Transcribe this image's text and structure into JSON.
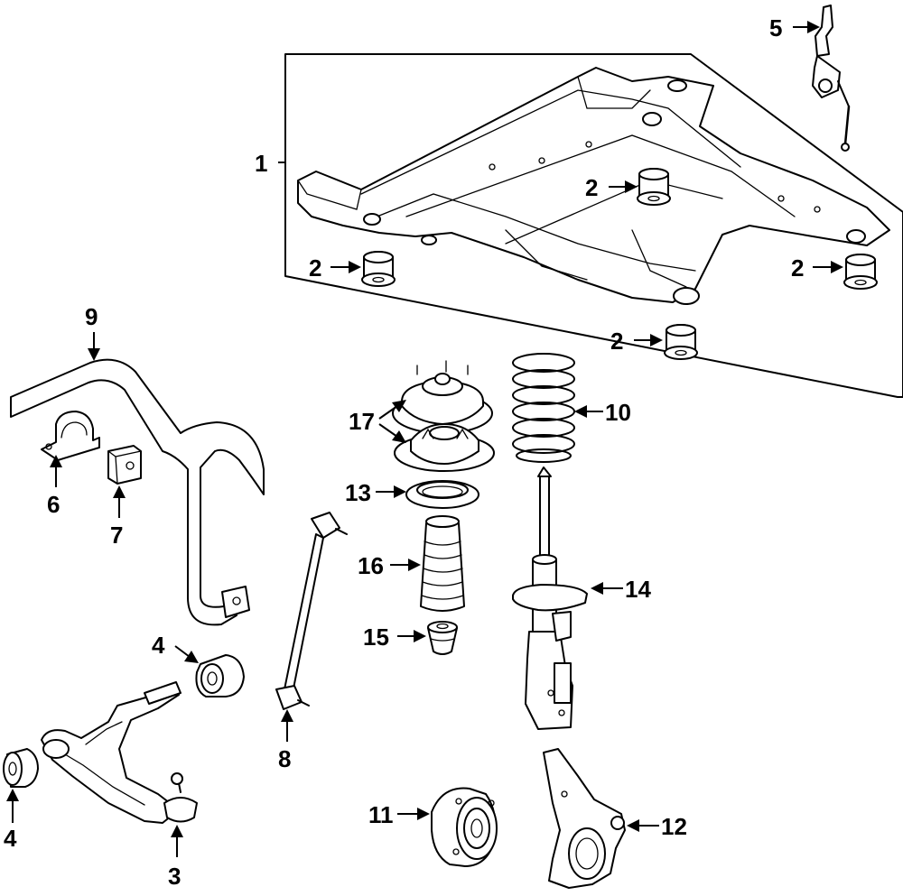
{
  "callouts": [
    {
      "id": "c1",
      "label": "1"
    },
    {
      "id": "c2a",
      "label": "2"
    },
    {
      "id": "c2b",
      "label": "2"
    },
    {
      "id": "c2c",
      "label": "2"
    },
    {
      "id": "c2d",
      "label": "2"
    },
    {
      "id": "c3",
      "label": "3"
    },
    {
      "id": "c4a",
      "label": "4"
    },
    {
      "id": "c4b",
      "label": "4"
    },
    {
      "id": "c5",
      "label": "5"
    },
    {
      "id": "c6",
      "label": "6"
    },
    {
      "id": "c7",
      "label": "7"
    },
    {
      "id": "c8",
      "label": "8"
    },
    {
      "id": "c9",
      "label": "9"
    },
    {
      "id": "c10",
      "label": "10"
    },
    {
      "id": "c11",
      "label": "11"
    },
    {
      "id": "c12",
      "label": "12"
    },
    {
      "id": "c13",
      "label": "13"
    },
    {
      "id": "c14",
      "label": "14"
    },
    {
      "id": "c15",
      "label": "15"
    },
    {
      "id": "c16",
      "label": "16"
    },
    {
      "id": "c17",
      "label": "17"
    }
  ]
}
